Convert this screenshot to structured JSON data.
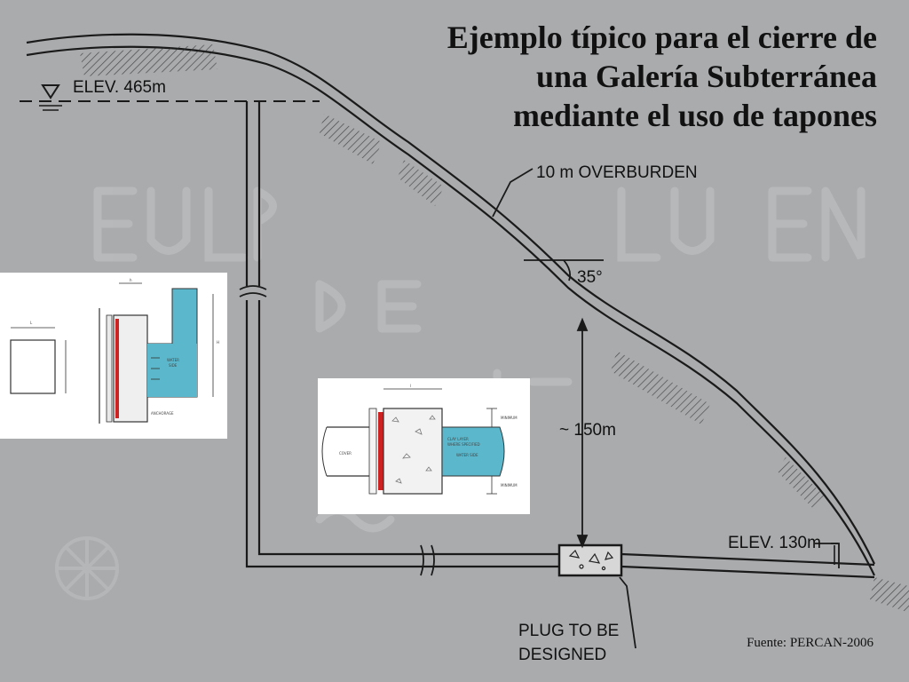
{
  "slide": {
    "title_lines": [
      "Ejemplo típico para el cierre de",
      "una Galería Subterránea",
      "mediante el uso de tapones"
    ],
    "source": "Fuente: PERCAN-2006"
  },
  "diagram": {
    "elev_top": "ELEV. 465m",
    "overburden": "10 m OVERBURDEN",
    "angle": "35°",
    "depth": "~ 150m",
    "elev_bottom": "ELEV. 130m",
    "plug_line1": "PLUG TO BE",
    "plug_line2": "DESIGNED"
  },
  "inset_left": {
    "water_label_1": "WATER",
    "water_label_2": "SIDE",
    "anchorage": "ANCHORAGE",
    "dim_l": "L",
    "dim_h": "h",
    "dim_H": "H"
  },
  "inset_right": {
    "minimum_top": "MINIMUM",
    "minimum_bottom": "MINIMUM",
    "clay_line1": "CLAY LAYER",
    "clay_line2": "WHERE SPECIFIED",
    "water_side": "WATER SIDE",
    "cover": "COVER",
    "dim_l": "l"
  },
  "colors": {
    "background": "#a9abad",
    "water": "#5bb8cc",
    "anchor_red": "#cc2222",
    "line": "#1a1a1a"
  }
}
